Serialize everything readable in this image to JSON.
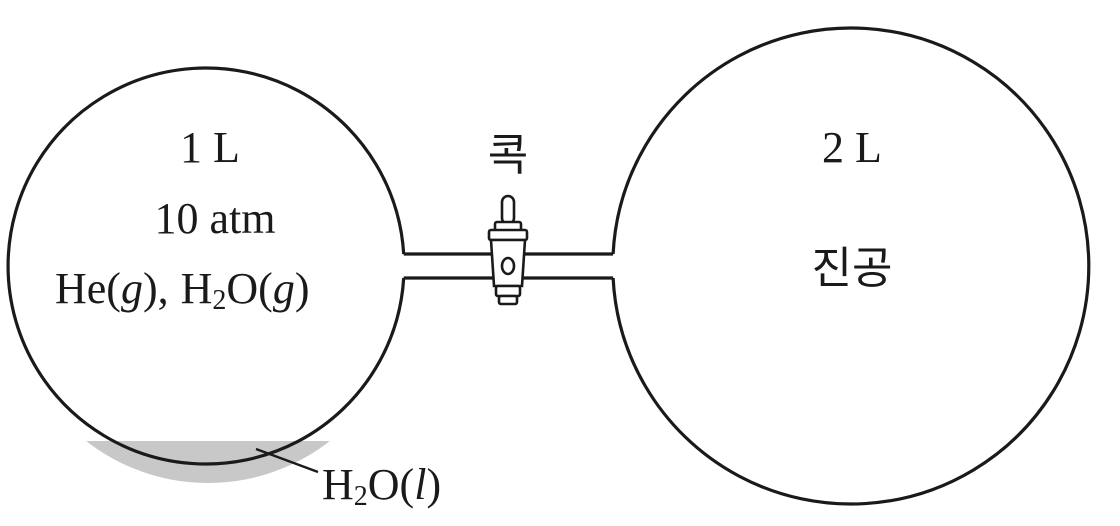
{
  "left_flask": {
    "volume": "1 L",
    "pressure": "10 atm",
    "gas_he": "He(",
    "gas_he_phase": "g",
    "gas_he_close": "),",
    "gas_h2o_base": "H",
    "gas_h2o_sub": "2",
    "gas_h2o_rest": "O(",
    "gas_h2o_phase": "g",
    "gas_h2o_close": ")"
  },
  "liquid": {
    "base": "H",
    "sub": "2",
    "rest": "O(",
    "phase": "l",
    "close": ")",
    "fill_color": "#c8c8c8"
  },
  "stopcock": {
    "label": "콕"
  },
  "right_flask": {
    "volume": "2 L",
    "content": "진공"
  },
  "colors": {
    "line": "#1a1a1a",
    "liquid": "#c8c8c8"
  }
}
